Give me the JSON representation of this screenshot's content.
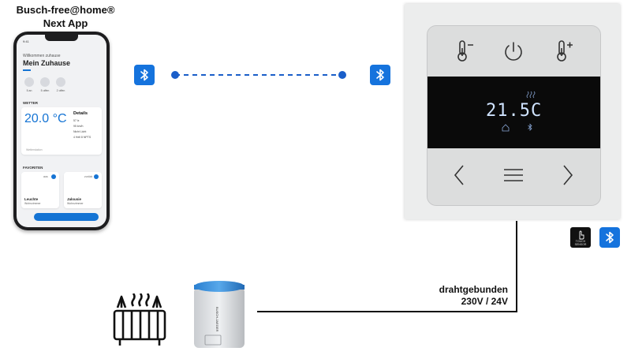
{
  "app": {
    "title_line1": "Busch-free@home®",
    "title_line2": "Next App"
  },
  "phone_screen": {
    "time": "9:41",
    "welcome": "Willkommen zuhause",
    "home_title": "Mein Zuhause",
    "quick_items": [
      "5 an",
      "5 offen",
      "2 offen"
    ],
    "weather_section": "WETTER",
    "temperature": "20.0 °C",
    "details_title": "Details",
    "details_rows": [
      "57 lx",
      "95 km/h",
      "Nicht Licht",
      "4 Hell 8 NPTS"
    ],
    "weather_station": "Wetterstation",
    "favorites_section": "FAVORITEN",
    "favorites": [
      {
        "state": "aus",
        "name": "Leuchte",
        "room": "Wohnzimmer"
      },
      {
        "state": "zurück",
        "name": "Jalousie",
        "room": "Wohnzimmer"
      }
    ]
  },
  "thermostat": {
    "temperature_display": "21.5C"
  },
  "wiring": {
    "line1": "drahtgebunden",
    "line2": "230V / 24V"
  },
  "touch_sensor": {
    "label_line1": "TOUCH",
    "label_line2": "SENSOR"
  },
  "actuator": {
    "brand_label": "BUSCH-JAEGER"
  },
  "colors": {
    "bluetooth_blue": "#1573dd",
    "app_blue": "#1574d4",
    "link_line": "#1a5ec9"
  }
}
